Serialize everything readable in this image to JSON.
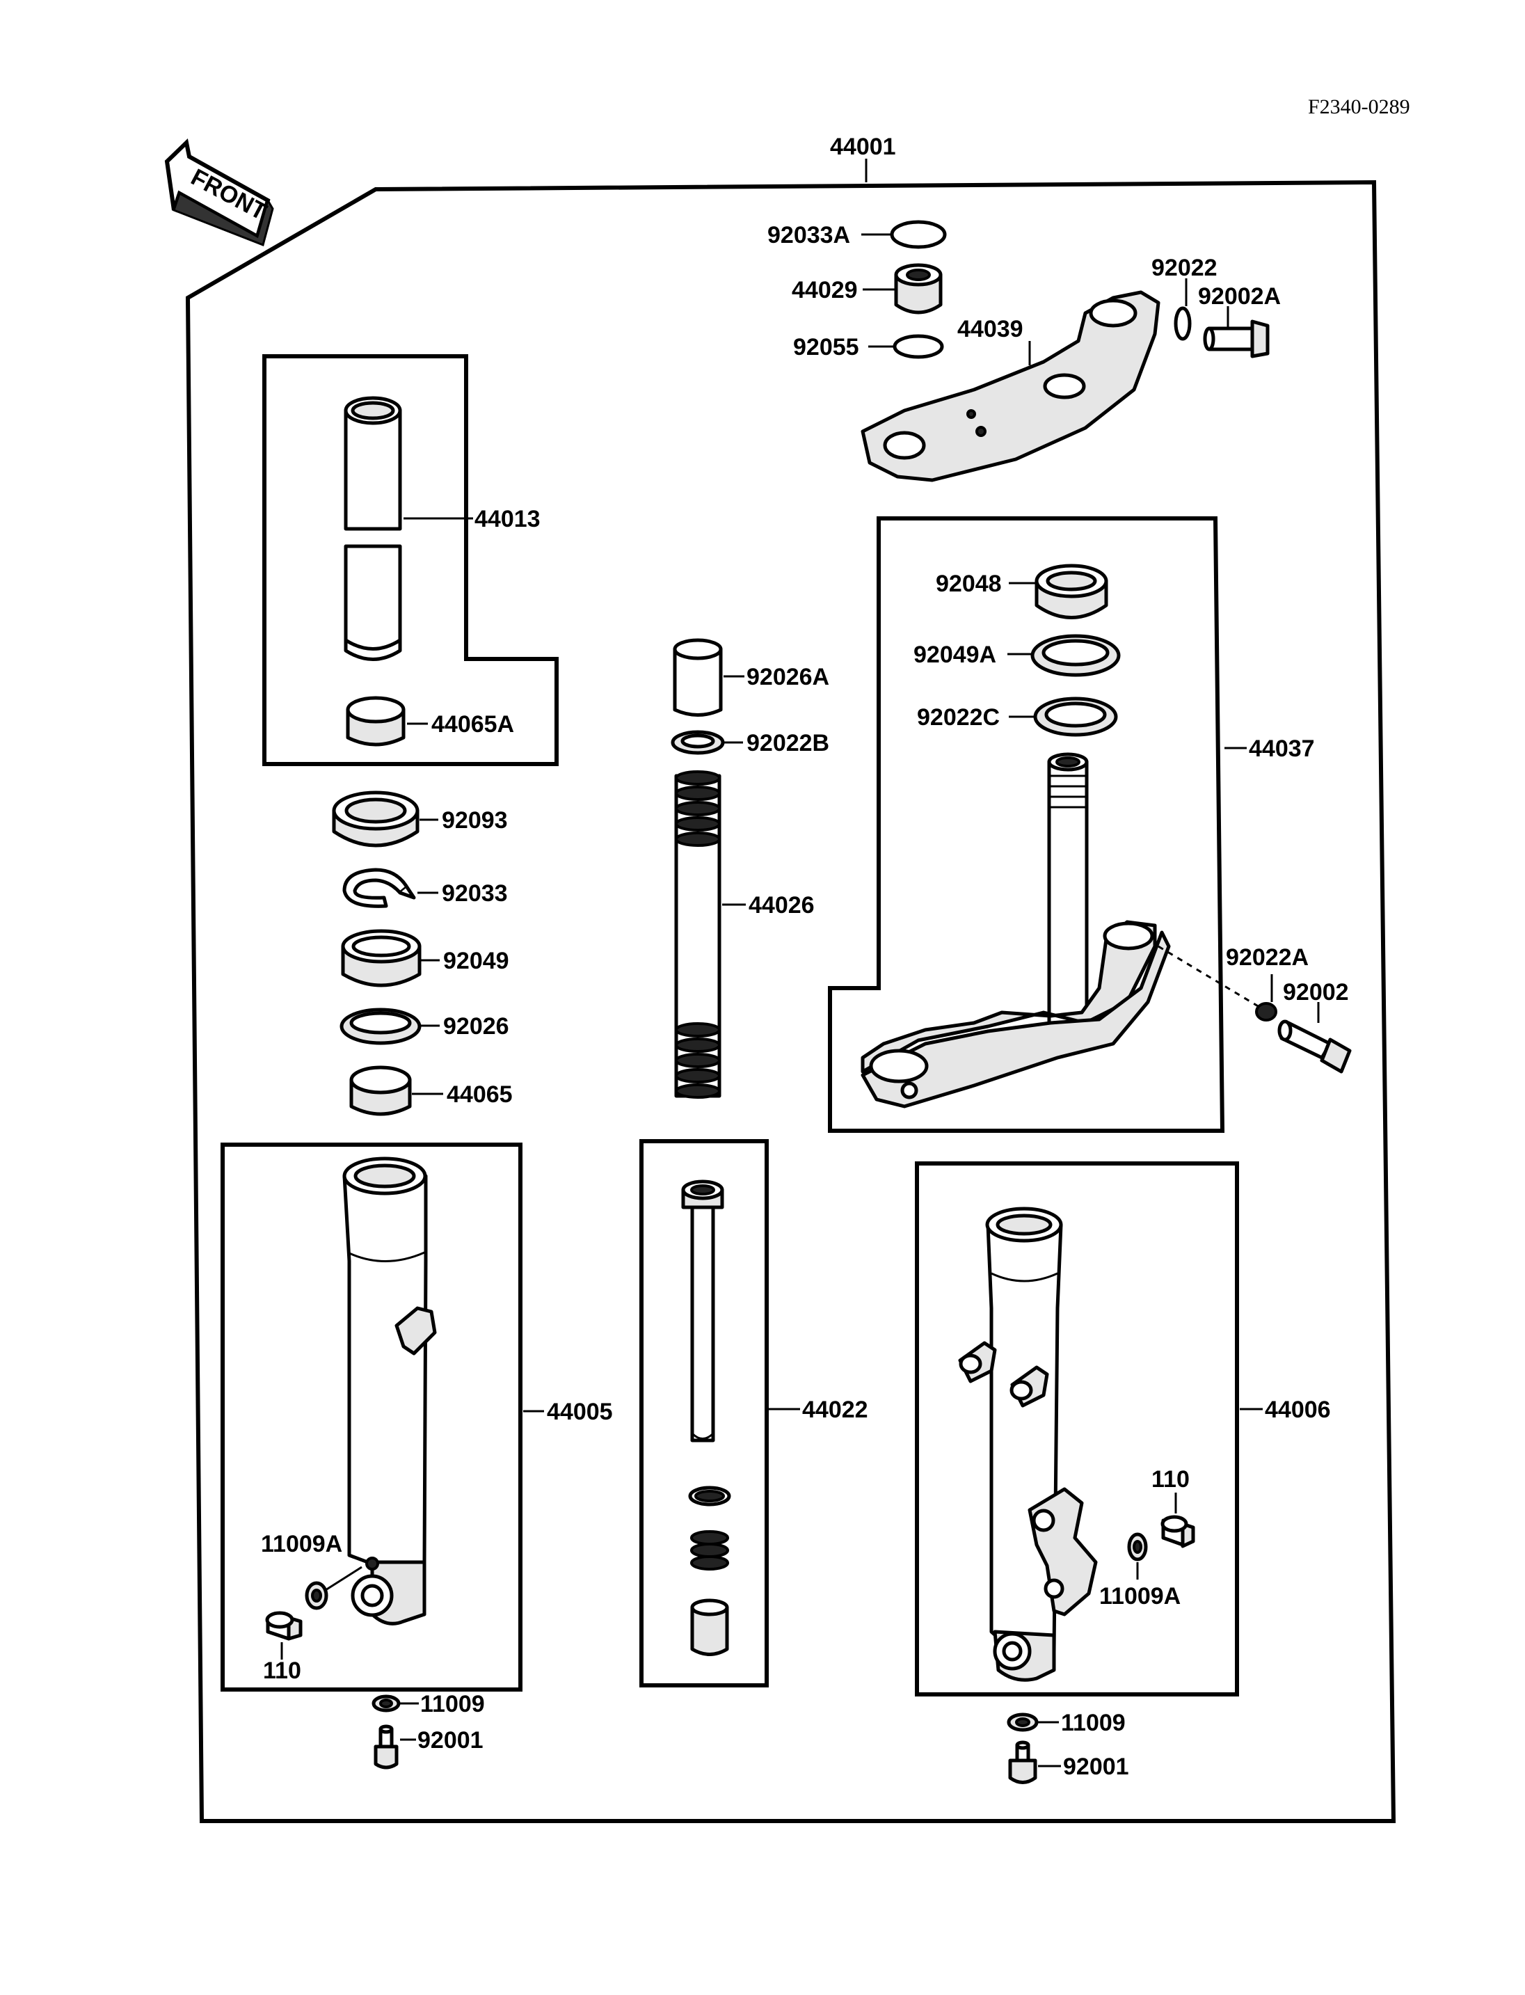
{
  "diagram_code": "F2340-0289",
  "front_label": "FRONT",
  "parts": {
    "p44001": "44001",
    "p92033A": "92033A",
    "p44029": "44029",
    "p92055": "92055",
    "p44039": "44039",
    "p92022": "92022",
    "p92002A": "92002A",
    "p44013": "44013",
    "p44065A": "44065A",
    "p92026A": "92026A",
    "p92022B": "92022B",
    "p92048": "92048",
    "p92049A": "92049A",
    "p92022C": "92022C",
    "p44037": "44037",
    "p92093": "92093",
    "p92033": "92033",
    "p44026": "44026",
    "p92049": "92049",
    "p92026": "92026",
    "p44065": "44065",
    "p92022A": "92022A",
    "p92002": "92002",
    "p44005": "44005",
    "p44022": "44022",
    "p44006": "44006",
    "p11009A_left": "11009A",
    "p110_left": "110",
    "p110_right": "110",
    "p11009A_right": "11009A",
    "p11009_left": "11009",
    "p92001_left": "92001",
    "p11009_right": "11009",
    "p92001_right": "92001"
  }
}
